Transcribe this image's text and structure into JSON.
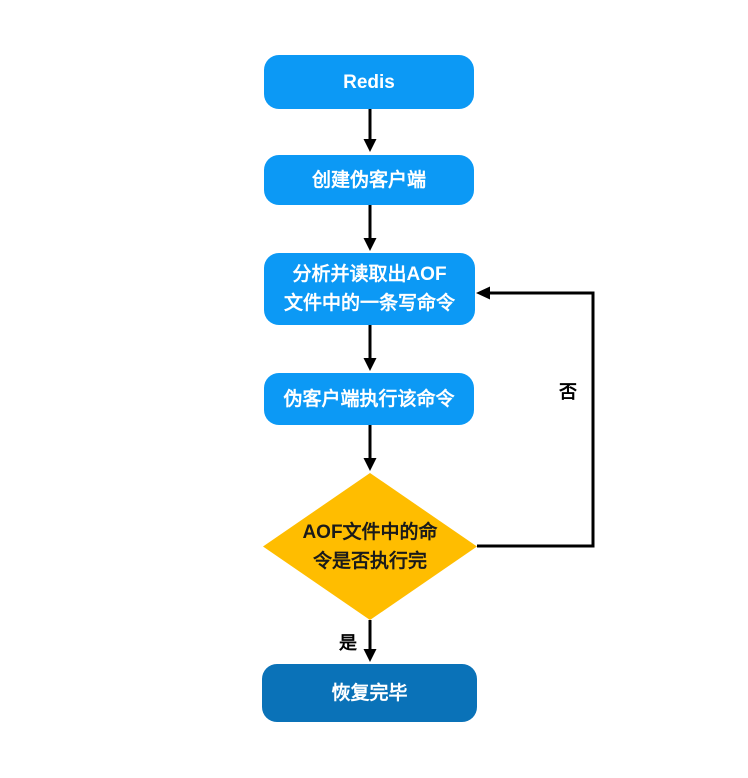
{
  "diagram": {
    "nodes": {
      "redis": {
        "label": "Redis"
      },
      "create_client": {
        "label": "创建伪客户端"
      },
      "read_command": {
        "label": "分析并读取出AOF\n文件中的一条写命令"
      },
      "execute_command": {
        "label": "伪客户端执行该命令"
      },
      "decision": {
        "label": "AOF文件中的命\n令是否执行完"
      },
      "done": {
        "label": "恢复完毕"
      }
    },
    "edge_labels": {
      "no": "否",
      "yes": "是"
    },
    "colors": {
      "node_blue": "#0C99F5",
      "node_dark_blue": "#0A72B8",
      "diamond_yellow": "#FFBD00",
      "line": "#000000",
      "node_text": "#FFFFFF",
      "diamond_text": "#1A1A1A",
      "canvas_bg": "#FFFFFF"
    }
  }
}
